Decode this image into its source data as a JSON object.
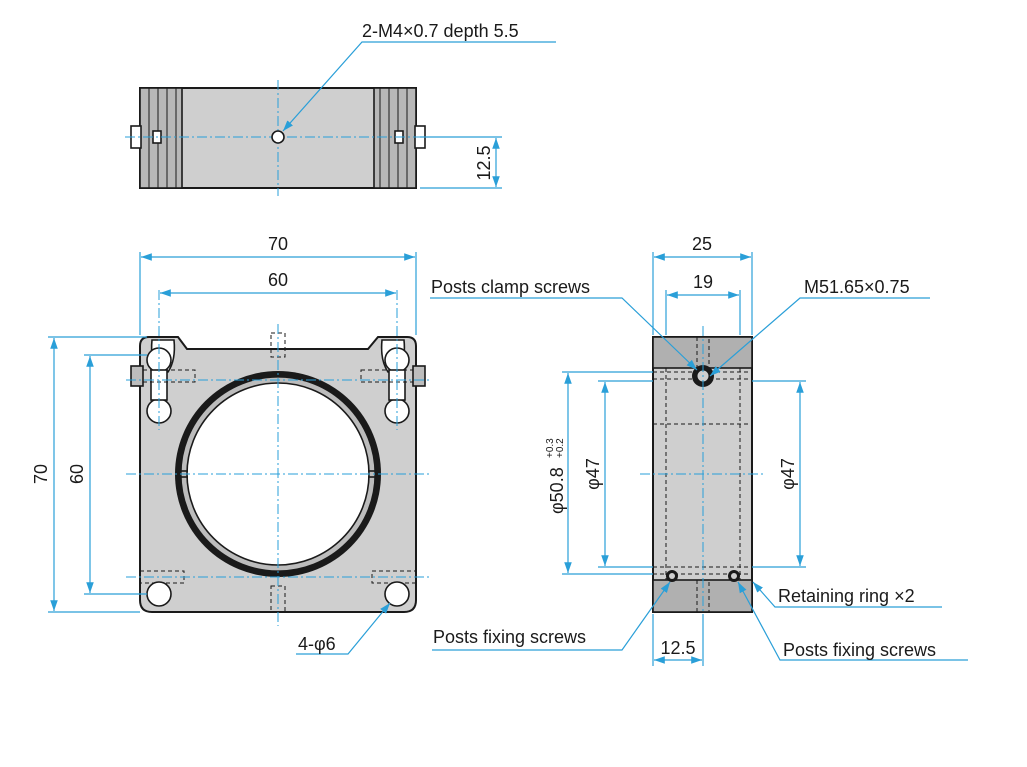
{
  "top_view": {
    "thread_callout": "2-M4×0.7 depth 5.5",
    "dim_height": "12.5"
  },
  "front_view": {
    "dim_width_outer": "70",
    "dim_width_holes": "60",
    "dim_height_outer": "70",
    "dim_height_holes": "60",
    "hole_callout": "4-φ6"
  },
  "side_view": {
    "dim_width_outer": "25",
    "dim_width_inner": "19",
    "label_clamp": "Posts clamp screws",
    "label_thread": "M51.65×0.75",
    "dim_bore_main": "φ50.8",
    "dim_bore_tol_upper": "+0.3",
    "dim_bore_tol_lower": "+0.2",
    "dim_bore_left": "φ47",
    "dim_bore_right": "φ47",
    "label_ring": "Retaining ring ×2",
    "label_fix_left": "Posts fixing screws",
    "label_fix_right": "Posts fixing screws",
    "dim_bottom": "12.5"
  }
}
